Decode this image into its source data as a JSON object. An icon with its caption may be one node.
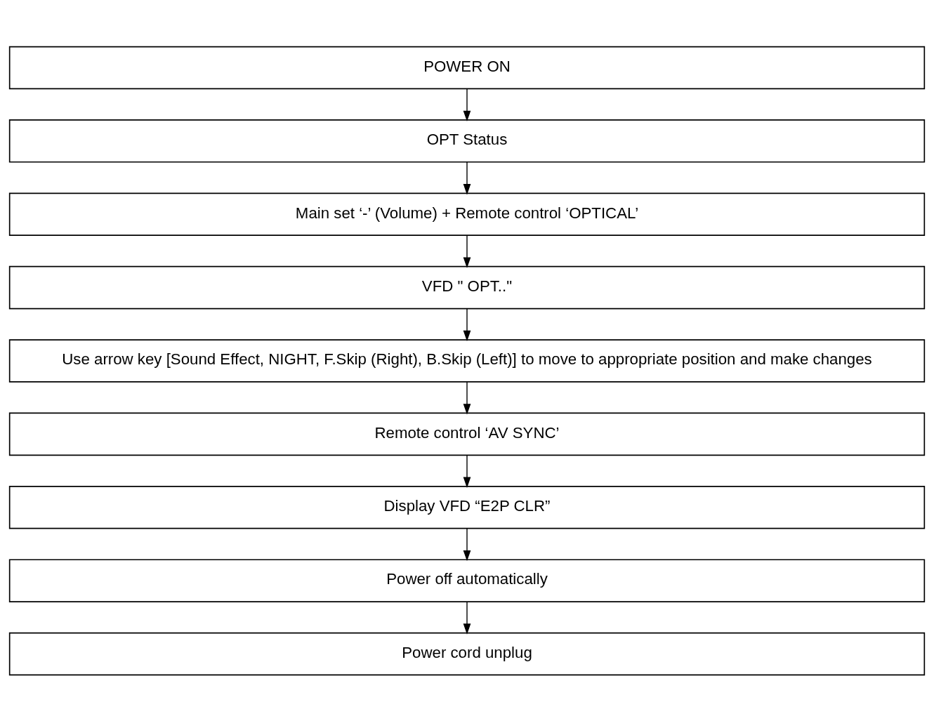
{
  "diagram": {
    "nodes": [
      {
        "text": [
          "POWER ON"
        ]
      },
      {
        "text": [
          "OPT Status"
        ]
      },
      {
        "text": [
          "Main set ‘-’ (Volume) + Remote control ‘OPTICAL’"
        ]
      },
      {
        "text": [
          "VFD \" OPT..\""
        ]
      },
      {
        "text": [
          "Use arrow key [Sound Effect, NIGHT, F.Skip (Right), B.Skip (Left)] to move to appropriate position and make changes"
        ]
      },
      {
        "text": [
          "Remote control ‘AV SYNC’"
        ]
      },
      {
        "text": [
          "Display VFD “E2P CLR”"
        ]
      },
      {
        "text": [
          "Power off automatically"
        ]
      },
      {
        "text": [
          "Power cord unplug"
        ]
      }
    ],
    "edges": [
      {
        "from": 0,
        "to": 1,
        "arrow": "to"
      },
      {
        "from": 1,
        "to": 2,
        "arrow": "to"
      },
      {
        "from": 2,
        "to": 3,
        "arrow": "to"
      },
      {
        "from": 3,
        "to": 4,
        "arrow": "to"
      },
      {
        "from": 4,
        "to": 5,
        "arrow": "to"
      },
      {
        "from": 5,
        "to": 6,
        "arrow": "to"
      },
      {
        "from": 6,
        "to": 7,
        "arrow": "to"
      },
      {
        "from": 7,
        "to": 8,
        "arrow": "to"
      }
    ]
  }
}
